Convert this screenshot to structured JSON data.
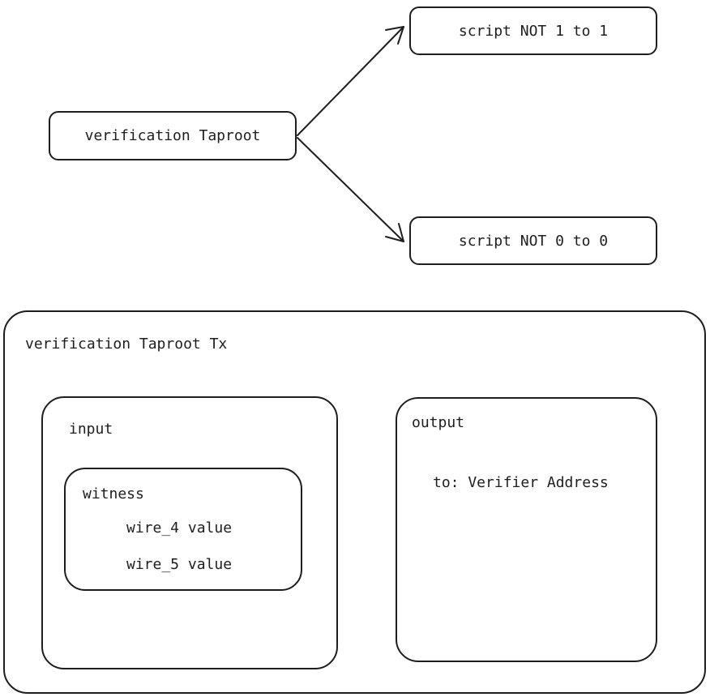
{
  "tree": {
    "root": "verification Taproot",
    "leaf_top": "script NOT 1 to 1",
    "leaf_bottom": "script NOT 0 to 0"
  },
  "tx": {
    "title": "verification Taproot Tx",
    "input": {
      "label": "input",
      "witness": {
        "label": "witness",
        "items": [
          "wire_4 value",
          "wire_5 value"
        ]
      }
    },
    "output": {
      "label": "output",
      "to": "to: Verifier Address"
    }
  },
  "colors": {
    "stroke": "#1e1e1e",
    "background": "#ffffff"
  }
}
